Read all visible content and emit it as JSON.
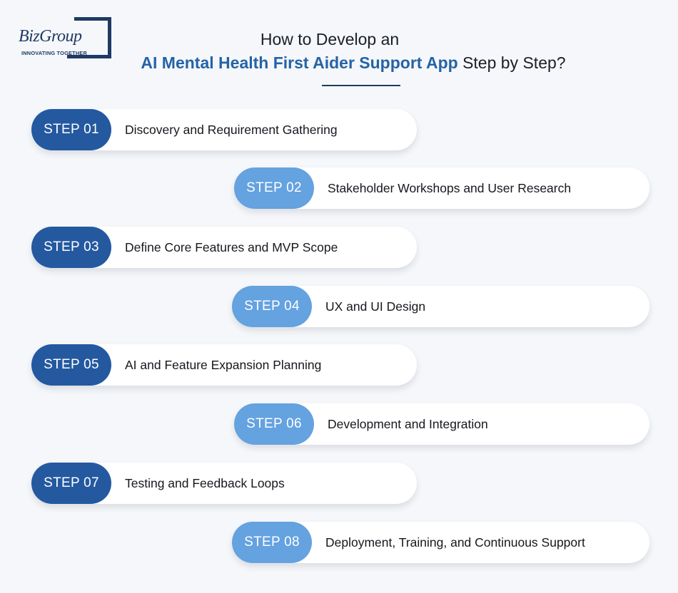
{
  "logo": {
    "wordmark": "BizGroup",
    "tagline": "INNOVATING TOGETHER"
  },
  "title": {
    "line1": "How to Develop an",
    "highlight": "AI Mental Health First Aider Support App",
    "rest": " Step by Step?"
  },
  "colors": {
    "dark_badge": "#2459a0",
    "light_badge": "#64a2e0",
    "accent_text": "#2563a6"
  },
  "steps": [
    {
      "badge": "STEP 01",
      "label": "Discovery and Requirement Gathering"
    },
    {
      "badge": "STEP 02",
      "label": "Stakeholder Workshops and User Research"
    },
    {
      "badge": "STEP 03",
      "label": "Define Core Features and MVP Scope"
    },
    {
      "badge": "STEP 04",
      "label": "UX and UI Design"
    },
    {
      "badge": "STEP 05",
      "label": "AI and Feature Expansion Planning"
    },
    {
      "badge": "STEP 06",
      "label": "Development and Integration"
    },
    {
      "badge": "STEP 07",
      "label": "Testing and Feedback Loops"
    },
    {
      "badge": "STEP 08",
      "label": "Deployment, Training, and Continuous Support"
    }
  ]
}
